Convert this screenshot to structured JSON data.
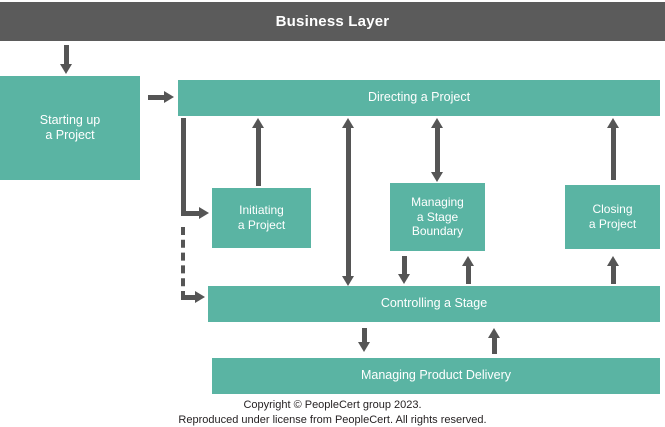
{
  "header": {
    "title": "Business Layer"
  },
  "colors": {
    "process_fill": "#5ab4a3",
    "header_fill": "#5b5b5b",
    "arrow": "#555555",
    "process_text": "#ffffff",
    "page_background": "#ffffff",
    "footer_text": "#231f20"
  },
  "processes": {
    "starting_up": "Starting up\na Project",
    "directing": "Directing a Project",
    "initiating": "Initiating\na Project",
    "managing_stage_boundary": "Managing\na Stage\nBoundary",
    "closing": "Closing\na Project",
    "controlling": "Controlling a Stage",
    "managing_product_delivery": "Managing Product Delivery"
  },
  "arrows": [
    {
      "name": "business-layer-to-starting-up",
      "direction": "down",
      "style": "solid"
    },
    {
      "name": "starting-up-to-directing",
      "direction": "right",
      "style": "solid"
    },
    {
      "name": "directing-to-initiating",
      "direction": "right",
      "style": "solid"
    },
    {
      "name": "directing-to-controlling-dashed",
      "direction": "right",
      "style": "dashed"
    },
    {
      "name": "initiating-to-directing",
      "direction": "up",
      "style": "solid"
    },
    {
      "name": "directing-controlling-bidirectional",
      "direction": "both",
      "style": "solid"
    },
    {
      "name": "directing-msb-bidirectional",
      "direction": "both",
      "style": "solid"
    },
    {
      "name": "msb-to-controlling",
      "direction": "down",
      "style": "solid"
    },
    {
      "name": "controlling-to-msb",
      "direction": "up",
      "style": "solid"
    },
    {
      "name": "closing-to-directing",
      "direction": "up",
      "style": "solid"
    },
    {
      "name": "controlling-to-closing",
      "direction": "up",
      "style": "solid"
    },
    {
      "name": "controlling-to-managing-product-delivery",
      "direction": "down",
      "style": "solid"
    },
    {
      "name": "managing-product-delivery-to-controlling",
      "direction": "up",
      "style": "solid"
    }
  ],
  "footer": {
    "line1": "Copyright © PeopleCert group 2023.",
    "line2": "Reproduced under license from PeopleCert. All rights reserved."
  }
}
